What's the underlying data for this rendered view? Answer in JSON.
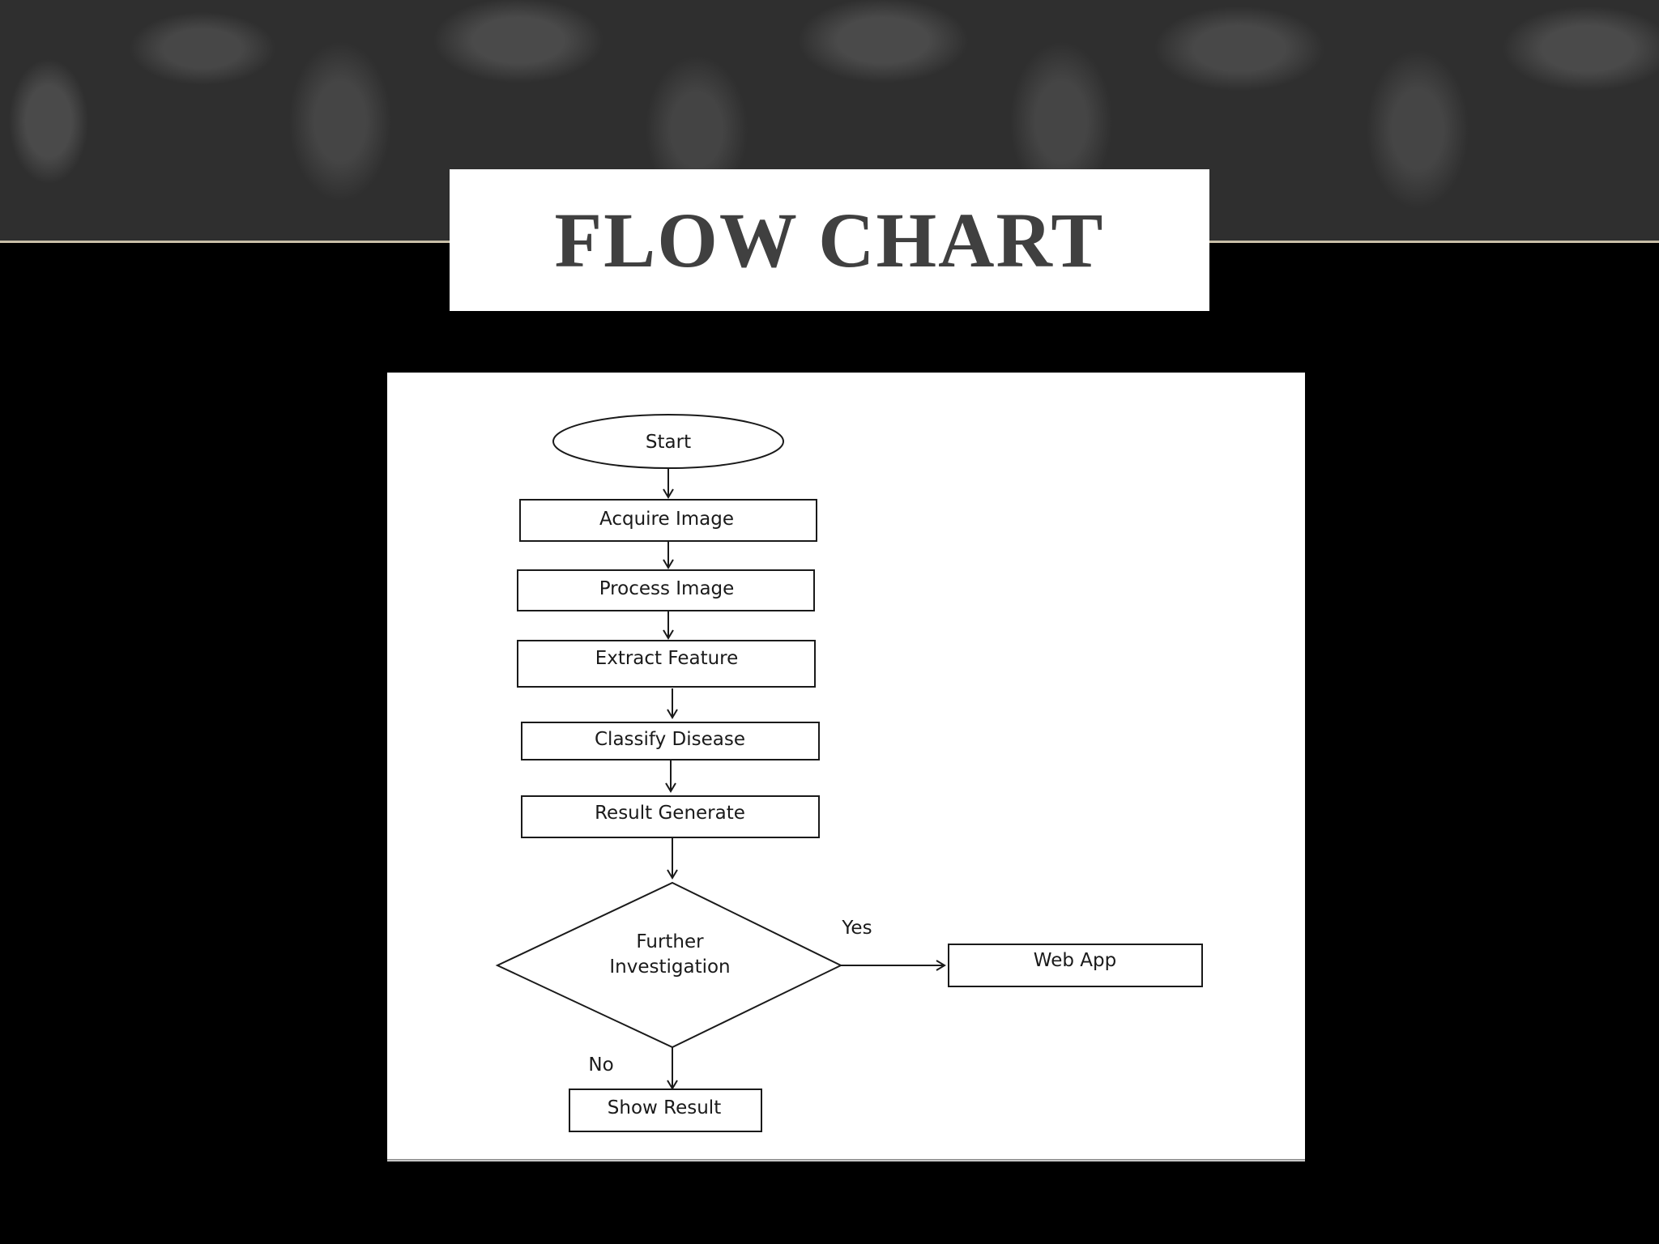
{
  "slide": {
    "title": "FLOW CHART"
  },
  "flowchart": {
    "start": "Start",
    "steps": [
      "Acquire Image",
      "Process Image",
      "Extract Feature",
      "Classify Disease",
      "Result Generate"
    ],
    "decision": {
      "line1": "Further",
      "line2": "Investigation"
    },
    "yes_label": "Yes",
    "no_label": "No",
    "yes_target": "Web App",
    "no_target": "Show Result"
  }
}
